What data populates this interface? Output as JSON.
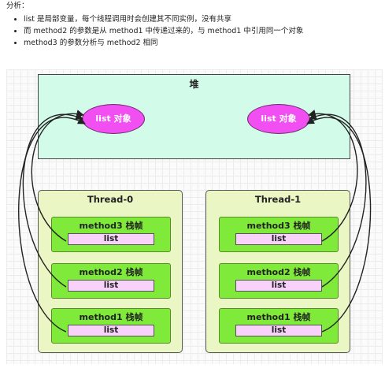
{
  "analysis": {
    "title": "分析：",
    "bullets": [
      "list 是局部变量，每个线程调用时会创建其不同实例，没有共享",
      "而 method2 的参数是从 method1 中传递过来的，与 method1 中引用同一个对象",
      "method3 的参数分析与 method2 相同"
    ]
  },
  "diagram": {
    "heap": {
      "label": "堆",
      "objects": [
        "list 对象",
        "list 对象"
      ]
    },
    "threads": [
      {
        "label": "Thread-0",
        "frames": [
          {
            "label": "method3 栈帧",
            "var": "list"
          },
          {
            "label": "method2 栈帧",
            "var": "list"
          },
          {
            "label": "method1 栈帧",
            "var": "list"
          }
        ]
      },
      {
        "label": "Thread-1",
        "frames": [
          {
            "label": "method3 栈帧",
            "var": "list"
          },
          {
            "label": "method2 栈帧",
            "var": "list"
          },
          {
            "label": "method1 栈帧",
            "var": "list"
          }
        ]
      }
    ],
    "colors": {
      "heap": "#d2fbea",
      "object": "#f24ff2",
      "thread": "#eaf7c5",
      "frame": "#7fea3a",
      "variable": "#f8d2fb"
    }
  }
}
